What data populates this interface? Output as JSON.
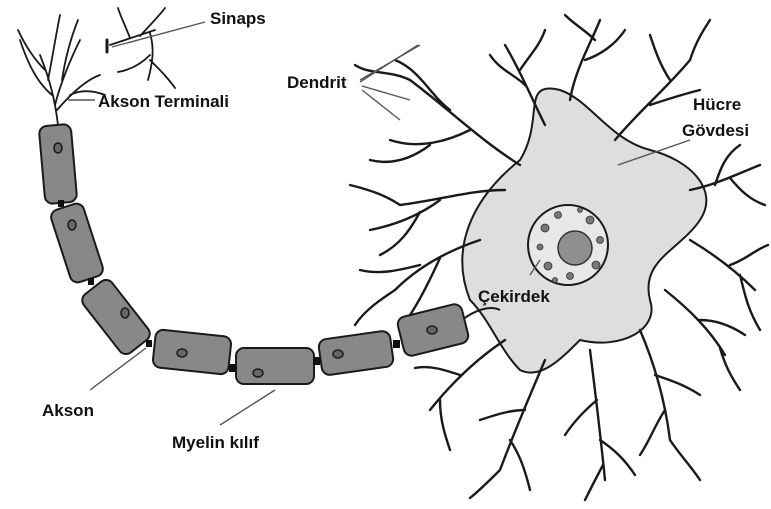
{
  "labels": {
    "synapse": "Sinaps",
    "axon_terminal": "Akson Terminali",
    "dendrite": "Dendrit",
    "cell_body_line1": "Hücre",
    "cell_body_line2": "Gövdesi",
    "nucleus": "Çekirdek",
    "axon": "Akson",
    "myelin": "Myelin kılıf"
  },
  "colors": {
    "cell_fill": "#dedede",
    "myelin_fill": "#888888",
    "outline": "#1a1a1a",
    "label": "#111111",
    "leader_line": "#555555"
  }
}
